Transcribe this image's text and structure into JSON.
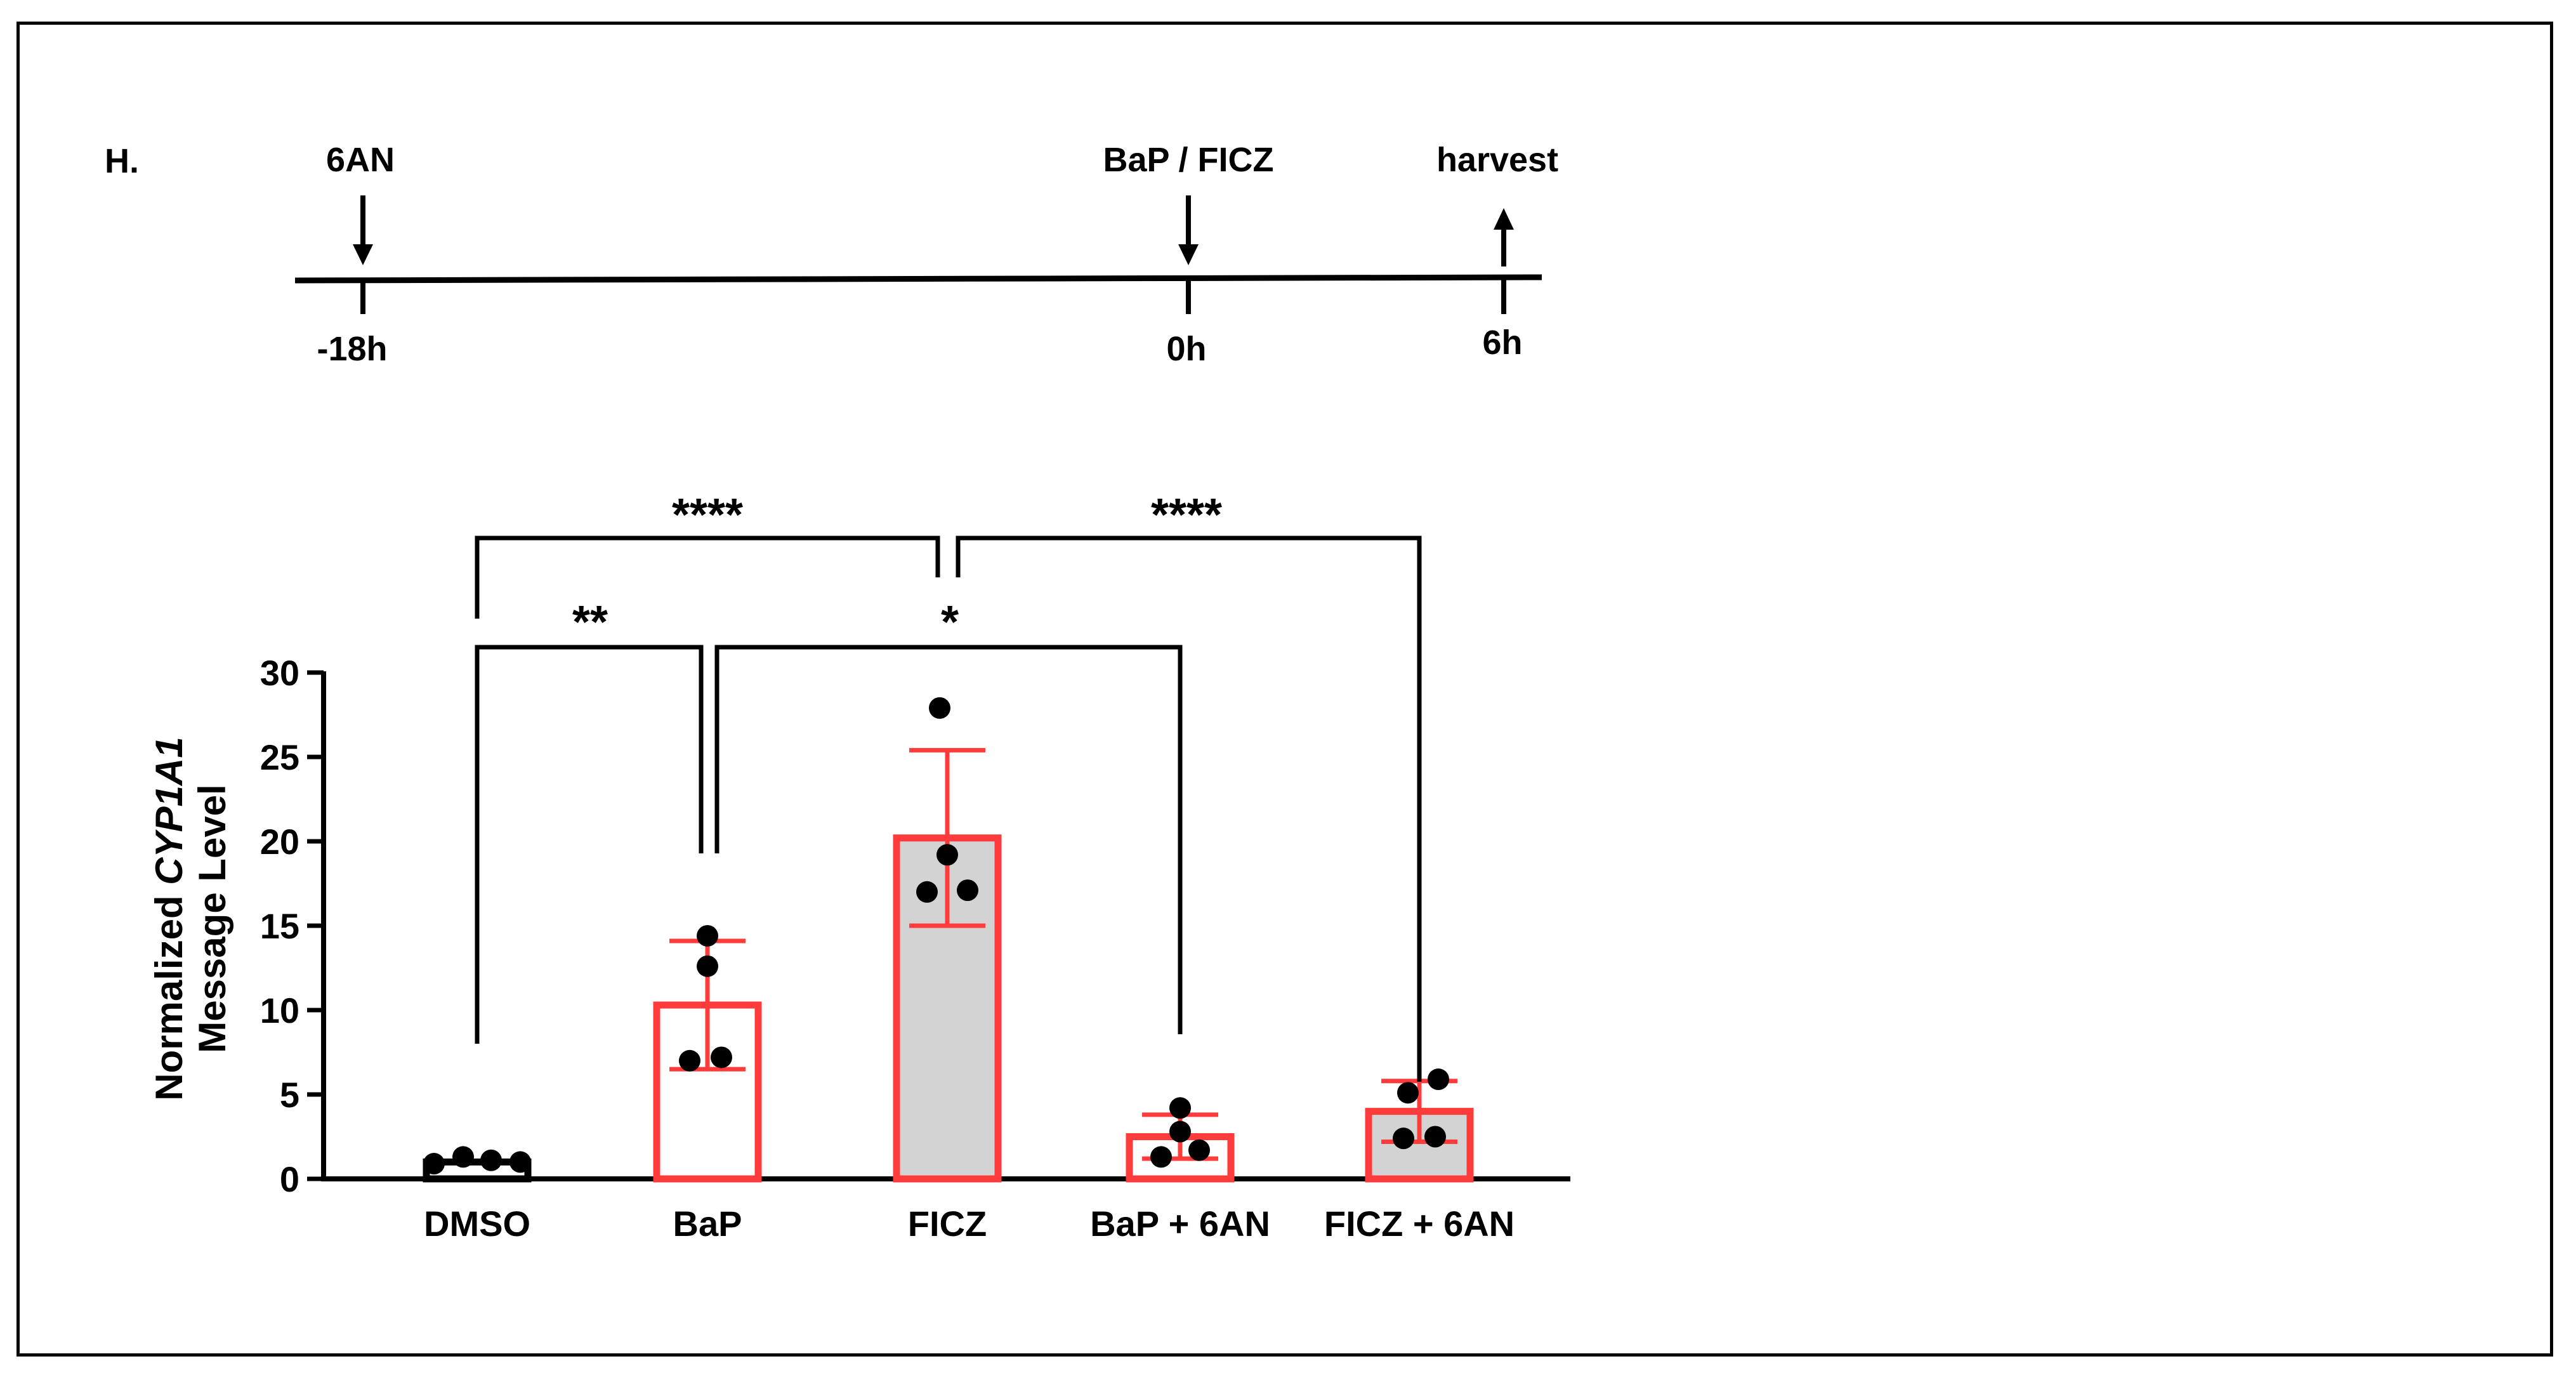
{
  "panel_label": "H.",
  "timeline": {
    "events": [
      {
        "label": "6AN",
        "time": "-18h",
        "direction": "down"
      },
      {
        "label": "BaP / FICZ",
        "time": "0h",
        "direction": "down"
      },
      {
        "label": "harvest",
        "time": "6h",
        "direction": "up"
      }
    ]
  },
  "chart_data": {
    "type": "bar",
    "categories": [
      "DMSO",
      "BaP",
      "FICZ",
      "BaP + 6AN",
      "FICZ + 6AN"
    ],
    "values": [
      1.0,
      10.3,
      20.2,
      2.5,
      4.0
    ],
    "error": [
      0.2,
      3.8,
      5.2,
      1.3,
      1.8
    ],
    "points": [
      [
        0.9,
        1.3,
        1.1,
        1.0
      ],
      [
        14.4,
        12.6,
        7.0,
        7.2
      ],
      [
        27.9,
        19.2,
        17.0,
        17.1
      ],
      [
        4.2,
        2.8,
        1.3,
        1.7
      ],
      [
        5.9,
        5.1,
        2.4,
        2.5
      ]
    ],
    "bar_fill": [
      "#ffffff",
      "#ffffff",
      "#d3d3d3",
      "#ffffff",
      "#d3d3d3"
    ],
    "bar_stroke": [
      "#000000",
      "#ff3b3b",
      "#ff3b3b",
      "#ff3b3b",
      "#ff3b3b"
    ],
    "ylabel_line1_prefix": "Normalized ",
    "ylabel_line1_italic": "CYP1A1",
    "ylabel_line2": "Message Level",
    "ylim": [
      0,
      30
    ],
    "yticks": [
      0,
      5,
      10,
      15,
      20,
      25,
      30
    ],
    "significance": [
      {
        "from": 0,
        "to": 2,
        "label": "****"
      },
      {
        "from": 2,
        "to": 4,
        "label": "****"
      },
      {
        "from": 0,
        "to": 1,
        "label": "**"
      },
      {
        "from": 1,
        "to": 3,
        "label": "*"
      }
    ]
  }
}
